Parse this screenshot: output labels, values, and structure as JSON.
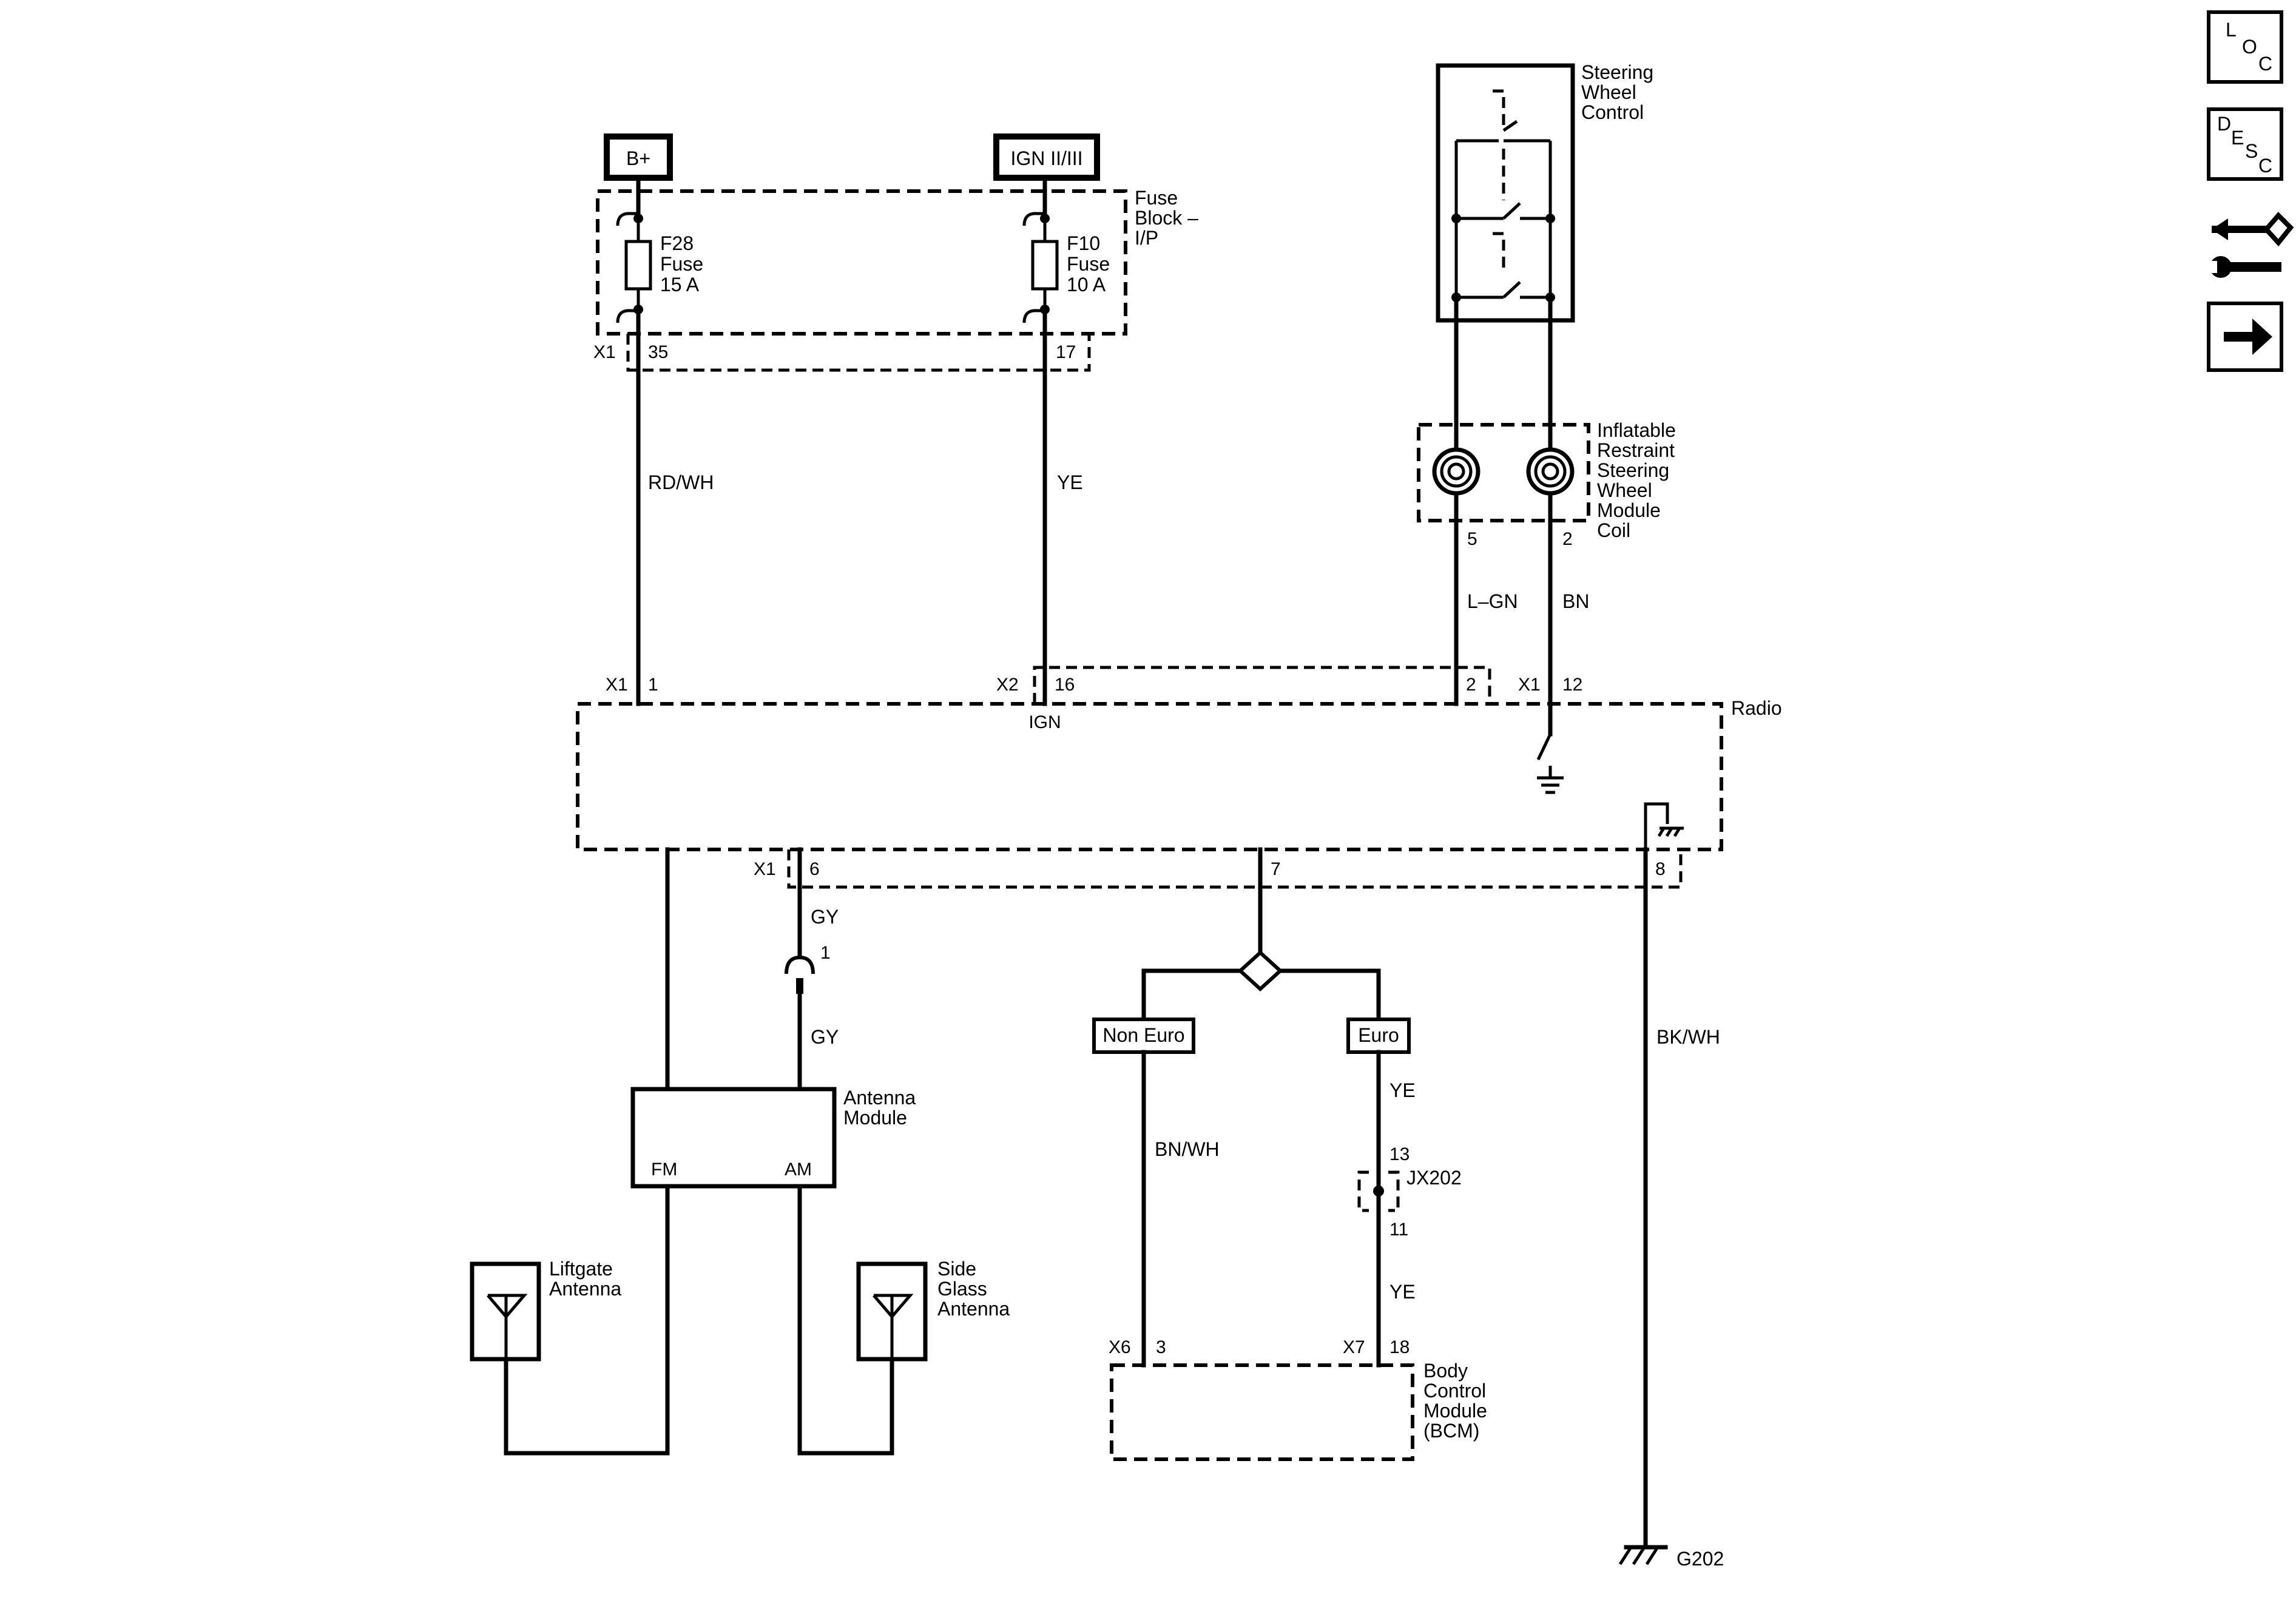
{
  "sources": {
    "battery": "B+",
    "ignition": "IGN II/III"
  },
  "fuse_block": {
    "name": [
      "Fuse",
      "Block –",
      "I/P"
    ],
    "connector": "X1",
    "f28": {
      "name": "F28",
      "type": "Fuse",
      "rating": "15 A",
      "pin": "35"
    },
    "f10": {
      "name": "F10",
      "type": "Fuse",
      "rating": "10 A",
      "pin": "17"
    }
  },
  "wires": {
    "b_plus": "RD/WH",
    "ign": "YE",
    "swc_left": "L–GN",
    "swc_right": "BN",
    "antenna_am_top": "GY",
    "antenna_am_bottom": "GY",
    "bcm_non_euro": "BN/WH",
    "bcm_euro_top": "YE",
    "bcm_euro_bottom": "YE",
    "ground": "BK/WH"
  },
  "steering_wheel_control": {
    "name": [
      "Steering",
      "Wheel",
      "Control"
    ]
  },
  "sir_coil": {
    "name": [
      "Inflatable",
      "Restraint",
      "Steering",
      "Wheel",
      "Module",
      "Coil"
    ],
    "pin_left": "5",
    "pin_right": "2"
  },
  "radio": {
    "name": "Radio",
    "ign_label": "IGN",
    "top_pins": [
      {
        "connector": "X1",
        "pin": "1"
      },
      {
        "connector": "X2",
        "pin": "16"
      },
      {
        "connector": "",
        "pin": "2"
      },
      {
        "connector": "X1",
        "pin": "12"
      }
    ],
    "bottom_connector": "X1",
    "bottom_pins": [
      "6",
      "7",
      "8"
    ]
  },
  "inline_connector": {
    "pin": "1"
  },
  "antenna_module": {
    "name": [
      "Antenna",
      "Module"
    ],
    "fm": "FM",
    "am": "AM"
  },
  "liftgate_antenna": {
    "name": [
      "Liftgate",
      "Antenna"
    ]
  },
  "side_glass_antenna": {
    "name": [
      "Side",
      "Glass",
      "Antenna"
    ]
  },
  "options": {
    "non_euro": "Non Euro",
    "euro": "Euro"
  },
  "splice": {
    "name": "JX202",
    "pin_top": "13",
    "pin_bottom": "11"
  },
  "bcm": {
    "name": [
      "Body",
      "Control",
      "Module",
      "(BCM)"
    ],
    "pin_left": {
      "connector": "X6",
      "pin": "3"
    },
    "pin_right": {
      "connector": "X7",
      "pin": "18"
    }
  },
  "ground": {
    "name": "G202"
  },
  "nav": {
    "loc": [
      "L",
      "O",
      "C"
    ],
    "desc": [
      "D",
      "E",
      "S",
      "C"
    ],
    "icons": [
      "connector-repair-icon",
      "next-arrow-icon"
    ]
  }
}
